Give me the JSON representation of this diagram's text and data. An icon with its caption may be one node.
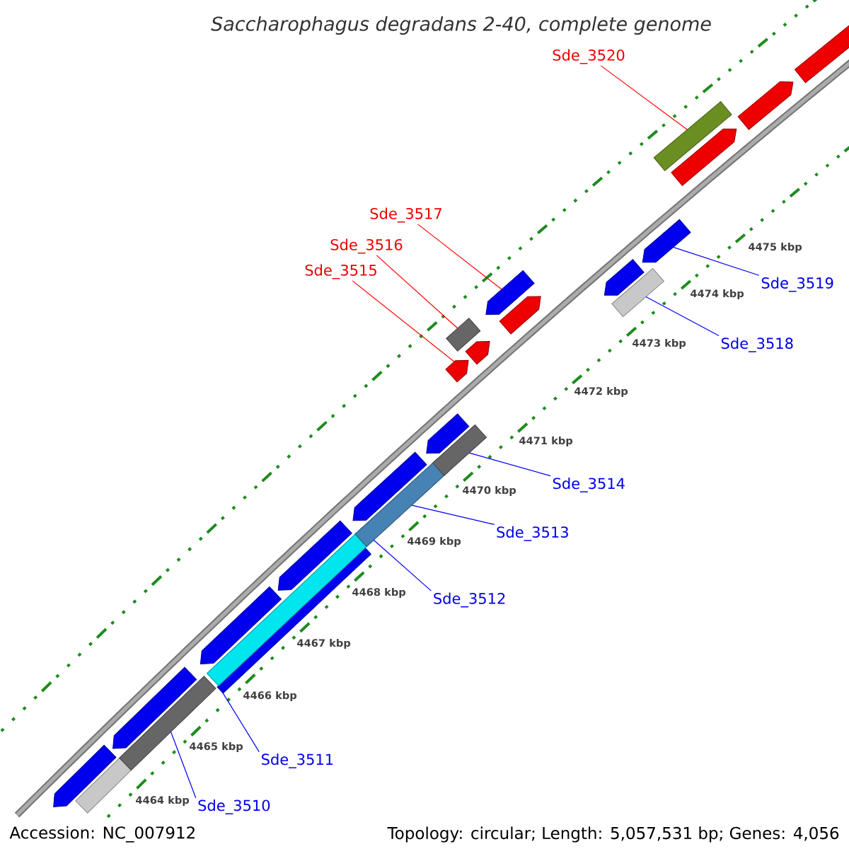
{
  "diagram": {
    "title": "Saccharophagus degradans 2-40, complete genome",
    "nodes": [
      {
        "text": [
          "Sde_3520"
        ]
      },
      {
        "text": [
          "Sde_3517"
        ]
      },
      {
        "text": [
          "Sde_3516"
        ]
      },
      {
        "text": [
          "Sde_3515"
        ]
      },
      {
        "text": [
          "Sde_3519"
        ]
      },
      {
        "text": [
          "Sde_3518"
        ]
      },
      {
        "text": [
          "Sde_3514"
        ]
      },
      {
        "text": [
          "Sde_3513"
        ]
      },
      {
        "text": [
          "Sde_3512"
        ]
      },
      {
        "text": [
          "Sde_3511"
        ]
      },
      {
        "text": [
          "Sde_3510"
        ]
      },
      {
        "text": [],
        "shape": "pentagon"
      },
      {
        "text": [],
        "shape": "bar"
      },
      {
        "text": [],
        "shape": "bar"
      },
      {
        "text": [],
        "shape": "pentagon"
      },
      {
        "text": [],
        "shape": "bar"
      },
      {
        "text": [],
        "shape": "bar"
      },
      {
        "text": [],
        "shape": "pentagon"
      },
      {
        "text": [],
        "shape": "pentagon"
      },
      {
        "text": [],
        "shape": "bar"
      },
      {
        "text": [],
        "shape": "pentagon"
      },
      {
        "text": [],
        "shape": "bar"
      },
      {
        "text": [],
        "shape": "pentagon"
      },
      {
        "text": [],
        "shape": "pentagon"
      },
      {
        "text": [],
        "shape": "bar"
      },
      {
        "text": [],
        "shape": "pentagon"
      },
      {
        "text": [],
        "shape": "pentagon"
      },
      {
        "text": [],
        "shape": "pentagon"
      },
      {
        "text": [],
        "shape": "pentagon"
      },
      {
        "text": [],
        "shape": "bar"
      },
      {
        "text": [],
        "shape": "pentagon"
      },
      {
        "text": [],
        "shape": "bar"
      },
      {
        "text": [],
        "shape": "pentagon"
      },
      {
        "text": [],
        "shape": "pentagon"
      },
      {
        "text": [],
        "shape": "pentagon"
      }
    ],
    "edges": [
      {
        "from": 0,
        "to": 31,
        "arrow": "none",
        "color": "#ff0000"
      },
      {
        "from": 1,
        "to": 26,
        "arrow": "none",
        "color": "#ff0000"
      },
      {
        "from": 2,
        "to": 24,
        "arrow": "none",
        "color": "#ff0000"
      },
      {
        "from": 3,
        "to": 23,
        "arrow": "none",
        "color": "#ff0000"
      },
      {
        "from": 4,
        "to": 30,
        "arrow": "none"
      },
      {
        "from": 5,
        "to": 29,
        "arrow": "none"
      },
      {
        "from": 6,
        "to": 21,
        "arrow": "none"
      },
      {
        "from": 7,
        "to": 19,
        "arrow": "none"
      },
      {
        "from": 8,
        "to": 16,
        "arrow": "none"
      },
      {
        "from": 9,
        "to": 15,
        "arrow": "none"
      },
      {
        "from": 10,
        "to": 13,
        "arrow": "none"
      }
    ],
    "labels": [
      "4475 kbp",
      "4474 kbp",
      "4473 kbp",
      "4472 kbp",
      "4471 kbp",
      "4470 kbp",
      "4469 kbp",
      "4468 kbp",
      "4467 kbp",
      "4466 kbp",
      "4465 kbp",
      "4464 kbp",
      "Accession: NC_007912",
      "Topology: circular; Length: 5,057,531 bp; Genes: 4,056"
    ]
  }
}
